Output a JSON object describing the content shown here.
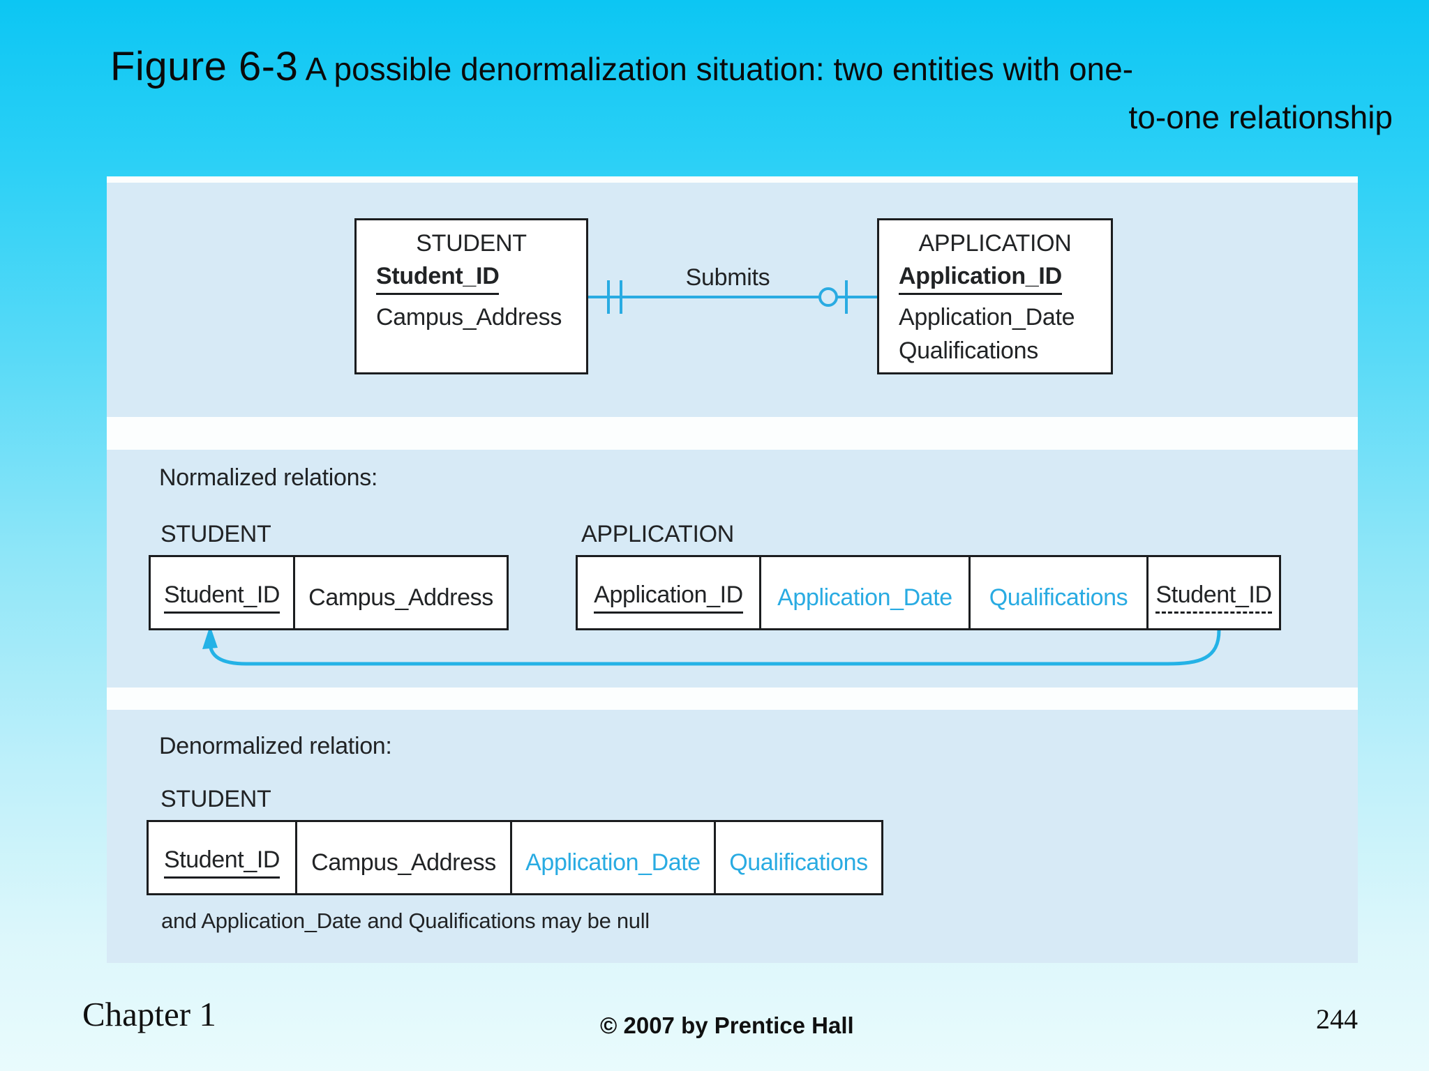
{
  "title": {
    "figure_label": "Figure 6-3",
    "line1": "A possible denormalization situation: two entities with one-",
    "line2": "to-one relationship"
  },
  "erd": {
    "student": {
      "name": "STUDENT",
      "pk": "Student_ID",
      "attrs": [
        "Campus_Address"
      ]
    },
    "application": {
      "name": "APPLICATION",
      "pk": "Application_ID",
      "attrs": [
        "Application_Date",
        "Qualifications"
      ]
    },
    "relationship_label": "Submits"
  },
  "normalized": {
    "heading": "Normalized relations:",
    "student": {
      "name": "STUDENT",
      "columns": [
        "Student_ID",
        "Campus_Address"
      ]
    },
    "application": {
      "name": "APPLICATION",
      "columns": [
        "Application_ID",
        "Application_Date",
        "Qualifications",
        "Student_ID"
      ]
    }
  },
  "denormalized": {
    "heading": "Denormalized relation:",
    "student": {
      "name": "STUDENT",
      "columns": [
        "Student_ID",
        "Campus_Address",
        "Application_Date",
        "Qualifications"
      ]
    },
    "note": "and Application_Date and Qualifications may be null"
  },
  "footer": {
    "chapter": "Chapter 1",
    "copyright": "© 2007 by Prentice Hall",
    "page_number": "244"
  },
  "colors": {
    "accent_cyan": "#29abe2",
    "band_blue": "#d7eaf6",
    "background_top": "#0cc6f3",
    "background_bottom": "#e9fbfd",
    "text_dark": "#212325"
  }
}
